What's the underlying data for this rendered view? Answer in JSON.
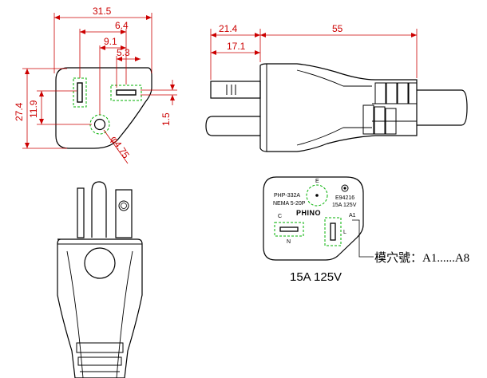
{
  "front_view": {
    "dims": {
      "width": "31.5",
      "pin_span": "6.4",
      "ground_offset": "9.1",
      "slot_offset": "5.3",
      "height": "27.4",
      "center_height": "11.9",
      "slot_depth": "1.5",
      "ground_dia": "φ4.75"
    }
  },
  "side_view": {
    "dims": {
      "pin_length": "21.4",
      "pin_to_body": "17.1",
      "overall_length": "55"
    }
  },
  "face_view": {
    "model": "PHP-332A",
    "nema": "NEMA 5-20P",
    "cert": "E94216",
    "ground_label": "E",
    "rating_small": "15A 125V",
    "brand": "PHINO",
    "neutral_top": "C",
    "neutral_label": "N",
    "line_top": "A1",
    "line_label": "L",
    "mold_note": "模穴號：A1......A8",
    "rating": "15A 125V"
  },
  "colors": {
    "dimension": "#cc0000",
    "guide": "#00b000",
    "outline": "#000000"
  }
}
